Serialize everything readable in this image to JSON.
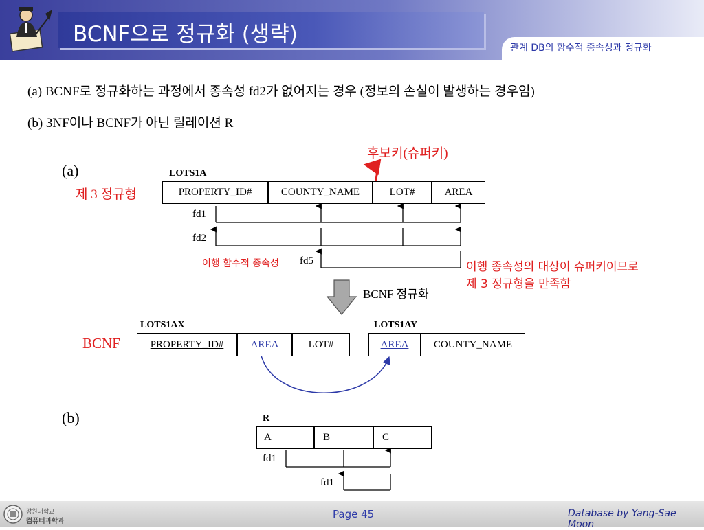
{
  "header": {
    "title": "BCNF으로 정규화 (생략)",
    "subtitle": "관계 DB의 함수적 종속성과 정규화"
  },
  "lines": {
    "a": "(a) BCNF로 정규화하는 과정에서 종속성 fd2가 없어지는 경우 (정보의 손실이 발생하는 경우임)",
    "b": "(b) 3NF이나 BCNF가 아닌 릴레이션 R"
  },
  "part_a": {
    "label": "(a)",
    "form_label": "제 3 정규형",
    "table_name": "LOTS1A",
    "columns": [
      "PROPERTY_ID#",
      "COUNTY_NAME",
      "LOT#",
      "AREA"
    ],
    "fd1": "fd1",
    "fd2": "fd2",
    "fd5": "fd5",
    "candidate_key_label": "후보키(슈퍼키)",
    "transitive_label": "이행 함수적 종속성",
    "note_line1": "이행 종속성의 대상이 슈퍼키이므로",
    "note_line2": "제 3 정규형을 만족함",
    "bcnf_step": "BCNF 정규화",
    "bcnf_label": "BCNF",
    "table_x_name": "LOTS1AX",
    "table_x_cols": [
      "PROPERTY_ID#",
      "AREA",
      "LOT#"
    ],
    "table_y_name": "LOTS1AY",
    "table_y_cols": [
      "AREA",
      "COUNTY_NAME"
    ]
  },
  "part_b": {
    "label": "(b)",
    "table_name": "R",
    "columns": [
      "A",
      "B",
      "C"
    ],
    "fd1_top": "fd1",
    "fd1_bottom": "fd1"
  },
  "footer": {
    "page": "Page 45",
    "credit": "Database by Yang-Sae Moon",
    "logo_text_1": "강원대학교",
    "logo_text_2": "컴퓨터과학과"
  },
  "colors": {
    "accent_blue": "#2d3aa8",
    "red": "#e02020",
    "header_dark": "#3a3f9c"
  }
}
